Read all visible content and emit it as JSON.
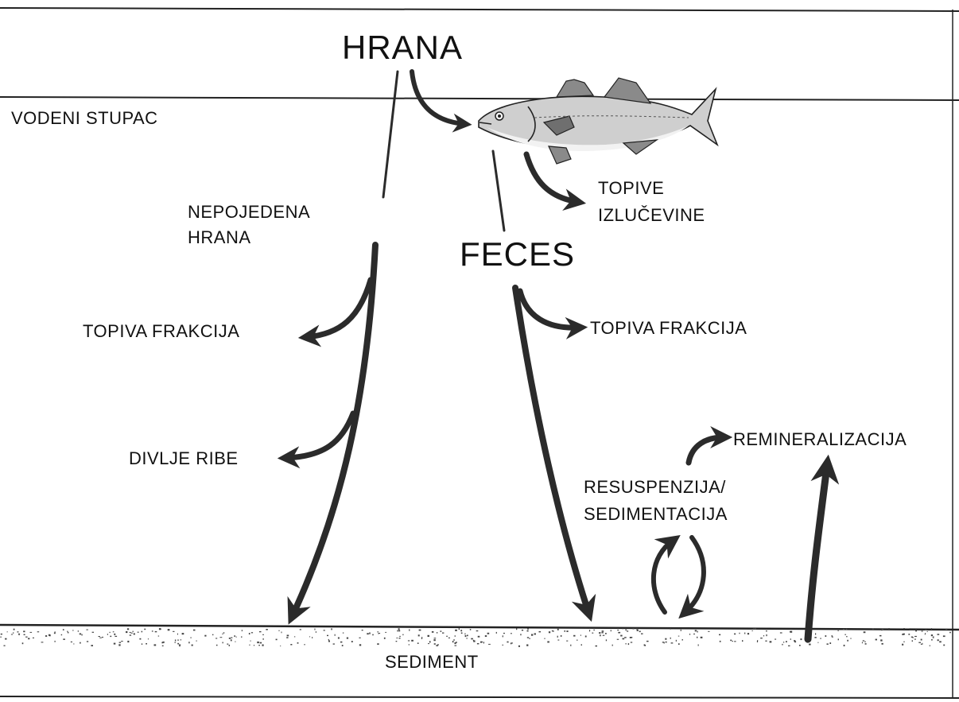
{
  "labels": {
    "hrana": "HRANA",
    "vodeni_stupac": "VODENI STUPAC",
    "nepojedena_1": "NEPOJEDENA",
    "nepojedena_2": "HRANA",
    "feces": "FECES",
    "topive_1": "TOPIVE",
    "topive_2": "IZLUČEVINE",
    "topiva_left": "TOPIVA FRAKCIJA",
    "topiva_right": "TOPIVA FRAKCIJA",
    "divlje_ribe": "DIVLJE RIBE",
    "remineralizacija": "REMINERALIZACIJA",
    "resuspenzija_1": "RESUSPENZIJA/",
    "resuspenzija_2": "SEDIMENTACIJA",
    "sediment": "SEDIMENT"
  },
  "colors": {
    "ink": "#111111",
    "arrow": "#2b2b2b",
    "fish_body": "#cfcfcf",
    "fish_belly": "#f2f2f2"
  }
}
